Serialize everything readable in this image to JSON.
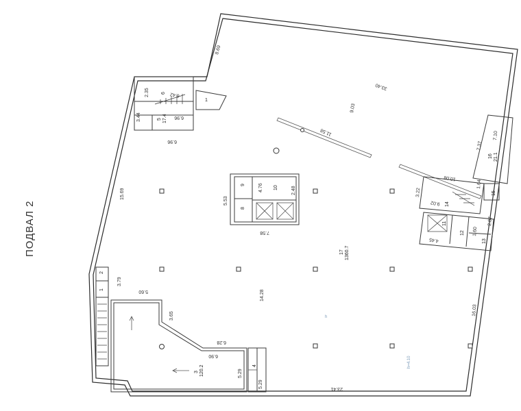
{
  "floor_title": "ПОДВАЛ 2",
  "dimensions": {
    "top_diag": "33.40",
    "top_left_vertical": "8.69",
    "small_a": "2.35",
    "small_b": "6.42",
    "small_c": "3.44",
    "small_d": "6.96",
    "left_upper": "6.96",
    "left_side": "15.69",
    "core_left": "5.53",
    "core_bottom": "7.58",
    "core_inner_h": "2.48",
    "core_inner_w": "4.76",
    "diag_beam": "11.58",
    "center_top": "9.03",
    "right_room_w": "7.10",
    "right_room_h": "7.37",
    "right_mid": "10.08",
    "right_stub": "3.22",
    "stair_right": "9.02",
    "stair_right_b": "1.64",
    "right_low": "2.87",
    "right_low_b": "1.60",
    "right_corr": "4.45",
    "left_low_a": "3.79",
    "left_low_b": "5.60",
    "room3_side": "3.65",
    "center_mid": "14.28",
    "right_long": "16.03",
    "room3_top": "6.28",
    "room3_inner": "6.90",
    "room4_h": "5.29",
    "room4_small": "5.29",
    "bottom": "23.41"
  },
  "rooms": {
    "r1_top": "1",
    "r2": "2",
    "r1_left": "1",
    "r3": "3",
    "r3_area": "120.2",
    "r4": "4",
    "r5": "5",
    "r5_area": "17.4",
    "r6": "6",
    "r8": "8",
    "r9": "9",
    "r10": "10",
    "r11": "11",
    "r12": "12",
    "r13": "13",
    "r14": "14",
    "r15": "15",
    "r16": "16",
    "r16_area": "21.1",
    "r17": "17",
    "r17_area": "1360.7"
  },
  "notes": {
    "n1": "h=4.10",
    "n2": "h"
  },
  "colors": {
    "walls": "#2a2a2a",
    "note": "#7a9ab8"
  }
}
